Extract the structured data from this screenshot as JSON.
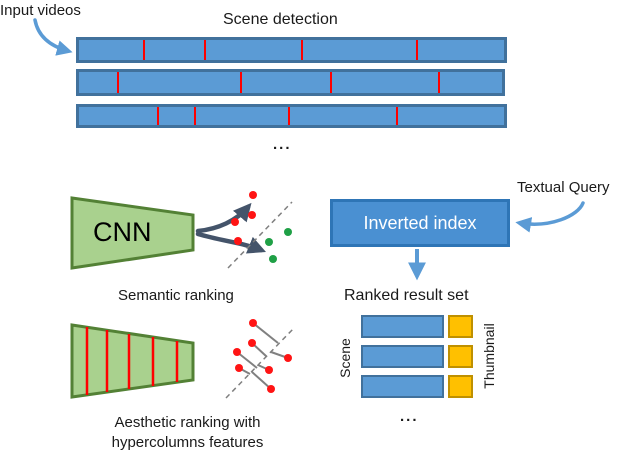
{
  "colors": {
    "bar_fill": "#5B9BD5",
    "bar_border": "#41719C",
    "cut_red": "#FF0000",
    "box_fill": "#4A90D2",
    "box_border": "#2E75B6",
    "box_text": "#FFFFFF",
    "green_fill": "#A9D18E",
    "green_border": "#538135",
    "thumb_fill": "#FFC000",
    "thumb_border": "#BF9000",
    "arrow_dark": "#44546A",
    "arrow_light": "#5B9BD5",
    "dashed_gray": "#7F7F7F",
    "connector_gray": "#808080",
    "dot_red": "#FF1414",
    "dot_green": "#1FA046"
  },
  "header": {
    "input_videos_label": "Input videos",
    "scene_detection_label": "Scene detection",
    "ellipsis": "..."
  },
  "scene_detection": {
    "bars": [
      {
        "cuts": [
          0.151,
          0.295,
          0.522,
          0.794
        ]
      },
      {
        "cuts": [
          0.089,
          0.38,
          0.594,
          0.849
        ]
      },
      {
        "cuts": [
          0.183,
          0.271,
          0.492,
          0.747
        ]
      }
    ]
  },
  "semantic": {
    "cnn_label": "CNN",
    "caption": "Semantic ranking",
    "red_points": [
      [
        253,
        195
      ],
      [
        252,
        215
      ],
      [
        235,
        222
      ],
      [
        238,
        241
      ]
    ],
    "green_points": [
      [
        288,
        232
      ],
      [
        269,
        242
      ],
      [
        273,
        259
      ]
    ],
    "dashed_lines": [
      [
        228,
        268,
        292,
        202
      ]
    ]
  },
  "aesthetic": {
    "caption_line1": "Aesthetic ranking with",
    "caption_line2": "hypercolumns features",
    "red_points": [
      [
        253,
        323
      ],
      [
        252,
        343
      ],
      [
        237,
        352
      ],
      [
        239,
        368
      ],
      [
        288,
        358
      ],
      [
        269,
        370
      ],
      [
        271,
        389
      ]
    ],
    "dashed_lines": [
      [
        226,
        398,
        295,
        327
      ]
    ],
    "connectors": [
      [
        253,
        323,
        278,
        343
      ],
      [
        252,
        343,
        266,
        356
      ],
      [
        237,
        352,
        257,
        368
      ],
      [
        239,
        368,
        250,
        374
      ],
      [
        288,
        358,
        271,
        352
      ],
      [
        269,
        370,
        258,
        365
      ],
      [
        271,
        389,
        252,
        372
      ]
    ],
    "hypercolumn_lines": [
      [
        87,
        327,
        87,
        395
      ],
      [
        107,
        330,
        107,
        392
      ],
      [
        129,
        334,
        129,
        389
      ],
      [
        153,
        337,
        153,
        386
      ],
      [
        177,
        341,
        177,
        382
      ]
    ]
  },
  "query": {
    "textual_query_label": "Textual Query",
    "inverted_index_label": "Inverted index"
  },
  "results": {
    "heading": "Ranked result set",
    "scene_label": "Scene",
    "thumbnail_label": "Thumbnail",
    "ellipsis": "..."
  }
}
